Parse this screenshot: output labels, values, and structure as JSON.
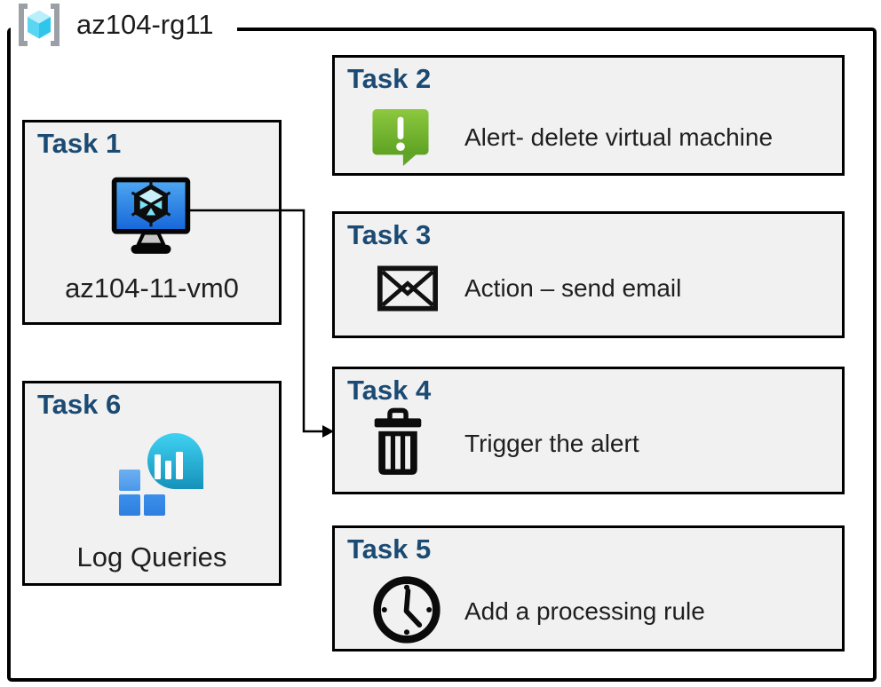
{
  "diagram": {
    "resource_group": {
      "name": "az104-rg11",
      "icon": "resource-group-icon"
    },
    "tasks": [
      {
        "id": "task1",
        "title": "Task 1",
        "label": "az104-11-vm0",
        "icon": "virtual-machine-icon"
      },
      {
        "id": "task2",
        "title": "Task 2",
        "label": "Alert- delete virtual machine",
        "icon": "alert-icon"
      },
      {
        "id": "task3",
        "title": "Task 3",
        "label": "Action – send email",
        "icon": "email-icon"
      },
      {
        "id": "task4",
        "title": "Task 4",
        "label": "Trigger the alert",
        "icon": "trash-icon"
      },
      {
        "id": "task5",
        "title": "Task 5",
        "label": "Add a processing rule",
        "icon": "clock-icon"
      },
      {
        "id": "task6",
        "title": "Task 6",
        "label": "Log Queries",
        "icon": "log-queries-icon"
      }
    ],
    "connector": {
      "from": "task1",
      "to": "task4"
    },
    "colors": {
      "task_title": "#1b4a73",
      "box_fill": "#f1f1f1",
      "box_border": "#000000",
      "alert_green_top": "#8cc83f",
      "alert_green_bottom": "#5ea223",
      "vm_screen_top": "#4fa8f2",
      "vm_screen_bottom": "#1565d8",
      "log_teal_top": "#40d2f2",
      "log_teal_bottom": "#1591ba",
      "log_square_blue": "#2e7fe0",
      "rg_cube_cyan": "#53d3f0",
      "bracket_gray": "#9aa0a6"
    }
  }
}
